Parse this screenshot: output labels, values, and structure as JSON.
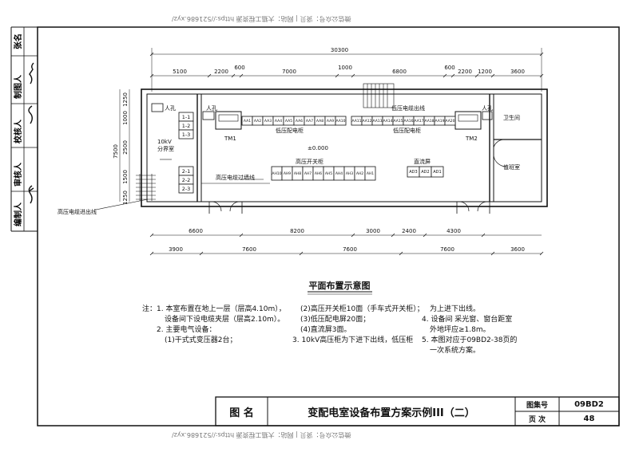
{
  "watermark_top": "微信公众号：贤贝 | 网站：大猫工程资源 https://521686.xyz/",
  "watermark_bottom": "微信公众号：贤贝 | 网站：大猫工程资源 https://521686.xyz/",
  "signature_strip": [
    "编制人",
    "审核人",
    "校核人",
    "制图人",
    "张名"
  ],
  "plan": {
    "overall_dim": "30300",
    "top_dims": [
      "5100",
      "2200",
      "600",
      "7000",
      "1000",
      "6800",
      "600",
      "2200",
      "1200",
      "3600"
    ],
    "mid_dims": [
      "6600",
      "8200",
      "3000",
      "2400",
      "4300"
    ],
    "bottom_dims": [
      "3900",
      "7600",
      "7600",
      "7600",
      "3600"
    ],
    "left_dims": [
      "7500",
      "1000",
      "1250",
      "2500",
      "1500",
      "1250"
    ],
    "elevation": "±0.000",
    "rooms": {
      "switch_room_10kv": "10kV\n分界室",
      "toilet": "卫生间",
      "duty_room": "值班室"
    },
    "labels": {
      "manhole_left": "人孔",
      "manhole_mid": "人孔",
      "manhole_right": "人孔",
      "tm1": "TM1",
      "tm2": "TM2",
      "lv_cabinet_1": "低压配电柜",
      "lv_cabinet_2": "低压配电柜",
      "lv_outgoing": "低压电缆出线",
      "hv_cabinet": "高压开关柜",
      "dc_screen": "直流屏",
      "hv_cable_wall": "高压电缆过墙线",
      "hv_cable_in": "高压电缆进出线"
    },
    "left_cabinets": [
      "1-1",
      "1-2",
      "1-3",
      "2-1",
      "2-2",
      "2-3"
    ],
    "lv_row_1": [
      "AA1",
      "AA2",
      "AA3",
      "AA4",
      "AA5",
      "AA6",
      "AA7",
      "AA8",
      "AA9",
      "AA10"
    ],
    "lv_row_2": [
      "AA11",
      "AA12",
      "AA13",
      "AA14",
      "AA15",
      "AA16",
      "AA17",
      "AA18",
      "AA19",
      "AA20"
    ],
    "hv_row": [
      "AH10",
      "AH9",
      "AH8",
      "AH7",
      "AH6",
      "AH5",
      "AH4",
      "AH3",
      "AH2",
      "AH1"
    ],
    "dc_row": [
      "AD3",
      "AD2",
      "AD1"
    ]
  },
  "figure_title": "平面布置示意图",
  "notes": {
    "col1": [
      "注：1. 本室布置在地上一层（层高4.10m），",
      "设备间下设电缆夹层（层高2.10m）。",
      "2. 主要电气设备：",
      "(1)干式式变压器2台；"
    ],
    "col2": [
      "(2)高压开关柜10面（手车式开关柜）；",
      "(3)低压配电屏20面；",
      "(4)直流屏3面。",
      "3. 10kV高压柜为下进下出线，低压柜"
    ],
    "col3": [
      "为上进下出线。",
      "4. 设备间 采光窗、窗台距室",
      "外地坪应≥1.8m。",
      "5. 本图对应于09BD2-38页的",
      "一次系统方案。"
    ]
  },
  "title_block": {
    "name_label": "图 名",
    "title": "变配电室设备布置方案示例III（二）",
    "atlas_label": "图集号",
    "atlas_no": "09BD2",
    "page_label": "页 次",
    "page_no": "48"
  }
}
